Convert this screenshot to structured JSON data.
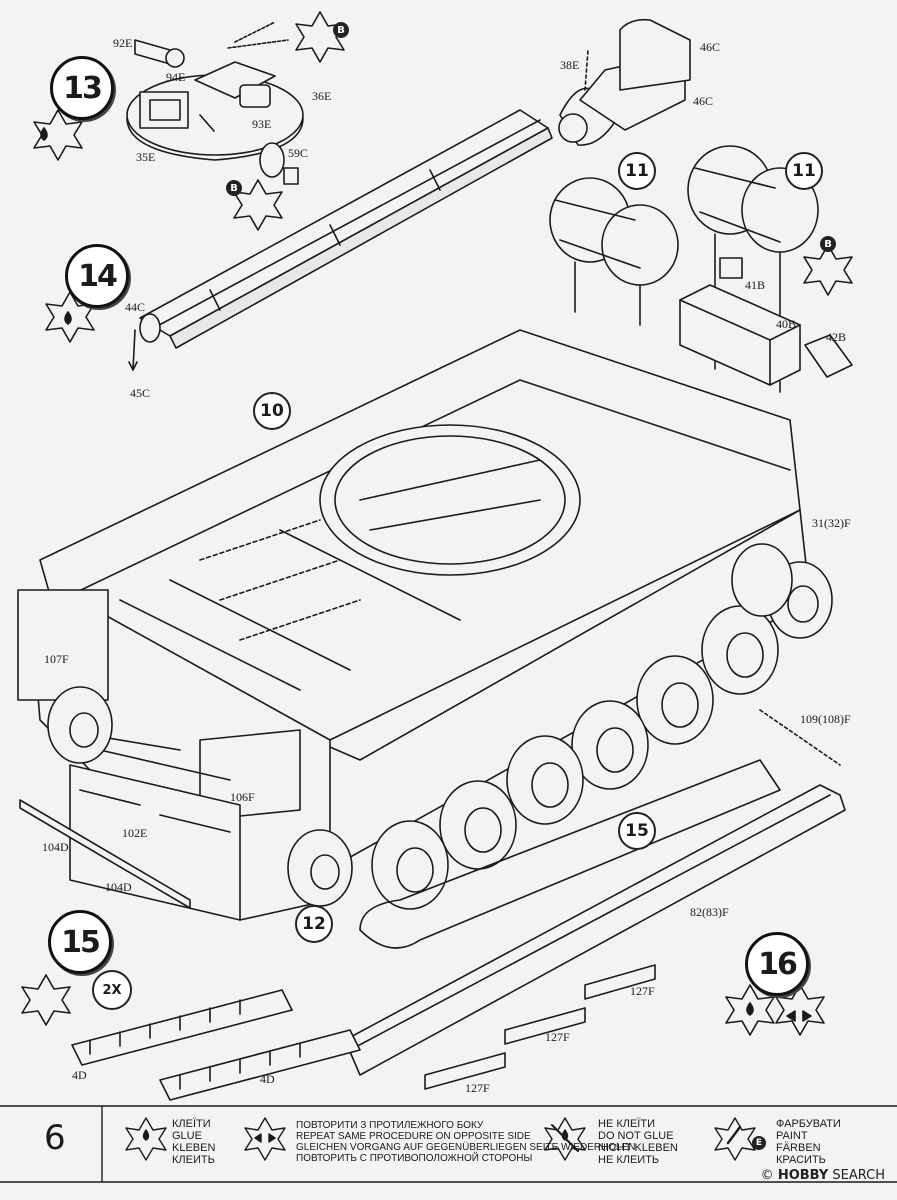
{
  "page_number": "6",
  "steps": {
    "s13": "13",
    "s14": "14",
    "s10": "10",
    "s11a": "11",
    "s11b": "11",
    "s12": "12",
    "s15a": "15",
    "s15b": "15",
    "s16": "16"
  },
  "marks": {
    "b1": "B",
    "b2": "B",
    "b3": "B",
    "x2": "2X"
  },
  "parts": {
    "p92E": "92E",
    "p94E": "94E",
    "p36E": "36E",
    "p93E": "93E",
    "p35E": "35E",
    "p59C": "59C",
    "p38E": "38E",
    "p46C1": "46C",
    "p46C2": "46C",
    "p44C": "44C",
    "p45C": "45C",
    "p41B": "41B",
    "p40B": "40B",
    "p42B": "42B",
    "p31F": "31(32)F",
    "p107F": "107F",
    "p106F": "106F",
    "p109F": "109(108)F",
    "p102E": "102E",
    "p104D1": "104D",
    "p104D2": "104D",
    "p82F": "82(83)F",
    "p127F1": "127F",
    "p127F2": "127F",
    "p127F3": "127F",
    "p4D1": "4D",
    "p4D2": "4D"
  },
  "legend": {
    "glue": [
      "КЛЕЇТИ",
      "GLUE",
      "KLEBEN",
      "КЛЕИТЬ"
    ],
    "repeat": [
      "ПОВТОРИТИ З ПРОТИЛЕЖНОГО БОКУ",
      "REPEAT SAME PROCEDURE ON OPPOSITE SIDE",
      "GLEICHEN VORGANG AUF GEGENÜBERLIEGEN SEITE WIEDERHOLEN",
      "ПОВТОРИТЬ С ПРОТИВОПОЛОЖНОЙ СТОРОНЫ"
    ],
    "noglue": [
      "НЕ КЛЕЇТИ",
      "DO NOT GLUE",
      "NICHT KLEBEN",
      "НЕ КЛЕИТЬ"
    ],
    "paint": [
      "ФАРБУВАТИ",
      "PAINT",
      "FÄRBEN",
      "КРАСИТЬ"
    ],
    "paint_mark": "E"
  },
  "watermark": {
    "brand": "HOBBY",
    "rest": " SEARCH"
  }
}
